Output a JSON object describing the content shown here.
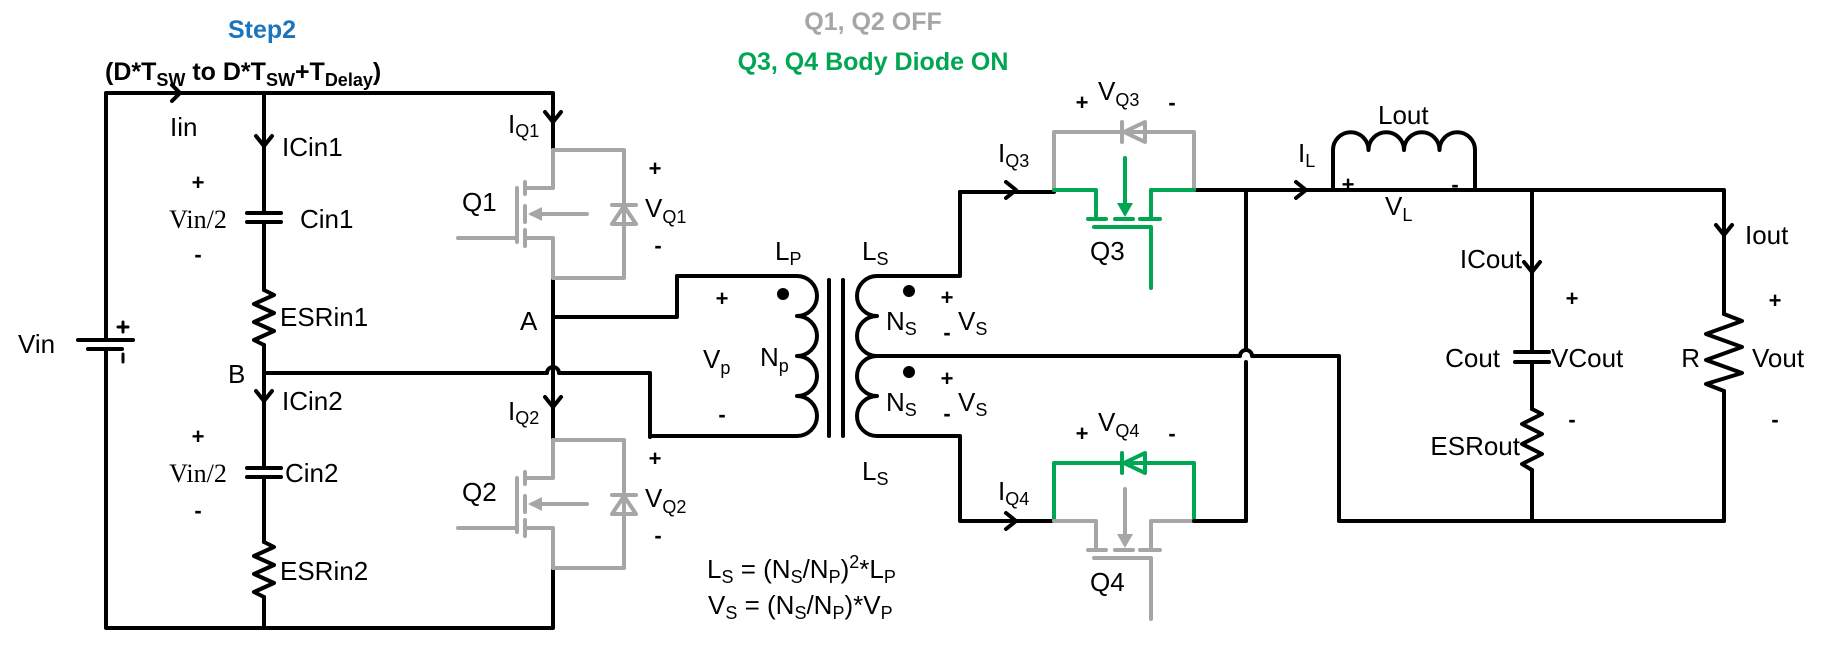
{
  "title": {
    "step": "Step2",
    "interval": {
      "open": "(D*T",
      "sub1": "SW",
      "mid": " to D*T",
      "sub2": "SW",
      "plus": "+T",
      "sub3": "Delay",
      "close": ")"
    }
  },
  "status": {
    "q1q2": "Q1, Q2 OFF",
    "q3q4": "Q3, Q4 Body Diode ON"
  },
  "colors": {
    "title": "#1a75bc",
    "off": "#a6a6a6",
    "on": "#00a651",
    "wire": "#000000"
  },
  "input": {
    "vin": "Vin",
    "iin": "Iin",
    "icin1": "ICin1",
    "cin1": "Cin1",
    "esrin1": "ESRin1",
    "vhalf1": "Vin/2",
    "icin2": "ICin2",
    "cin2": "Cin2",
    "esrin2": "ESRin2",
    "vhalf2": "Vin/2",
    "node_a": "A",
    "node_b": "B",
    "plus": "+",
    "minus": "-"
  },
  "primary": {
    "q1": "Q1",
    "q2": "Q2",
    "iq1": {
      "main": "I",
      "sub": "Q1"
    },
    "iq2": {
      "main": "I",
      "sub": "Q2"
    },
    "vq1": {
      "main": "V",
      "sub": "Q1"
    },
    "vq2": {
      "main": "V",
      "sub": "Q2"
    }
  },
  "transformer": {
    "lp": {
      "main": "L",
      "sub": "P"
    },
    "ls_top": {
      "main": "L",
      "sub": "S"
    },
    "ls_bottom": {
      "main": "L",
      "sub": "S"
    },
    "vp": {
      "main": "V",
      "sub": "p"
    },
    "np": {
      "main": "N",
      "sub": "p"
    },
    "ns": {
      "main": "N",
      "sub": "S"
    },
    "vs": {
      "main": "V",
      "sub": "S"
    },
    "formula_ls": {
      "a": "L",
      "a_sub": "S",
      "b": " = (N",
      "b_sub": "S",
      "c": "/N",
      "c_sub": "P",
      "d": ")",
      "d_sup": "2",
      "e": "*L",
      "e_sub": "P"
    },
    "formula_vs": {
      "a": "V",
      "a_sub": "S",
      "b": " = (N",
      "b_sub": "S",
      "c": "/N",
      "c_sub": "P",
      "d": ")*V",
      "d_sub": "P"
    }
  },
  "secondary": {
    "q3": "Q3",
    "q4": "Q4",
    "iq3": {
      "main": "I",
      "sub": "Q3"
    },
    "iq4": {
      "main": "I",
      "sub": "Q4"
    },
    "vq3": {
      "main": "V",
      "sub": "Q3"
    },
    "vq4": {
      "main": "V",
      "sub": "Q4"
    }
  },
  "output": {
    "lout": "Lout",
    "il": {
      "main": "I",
      "sub": "L"
    },
    "vl": {
      "main": "V",
      "sub": "L"
    },
    "icout": "ICout",
    "cout": "Cout",
    "vcout": "VCout",
    "esrout": "ESRout",
    "iout": "Iout",
    "r": "R",
    "vout": "Vout"
  }
}
